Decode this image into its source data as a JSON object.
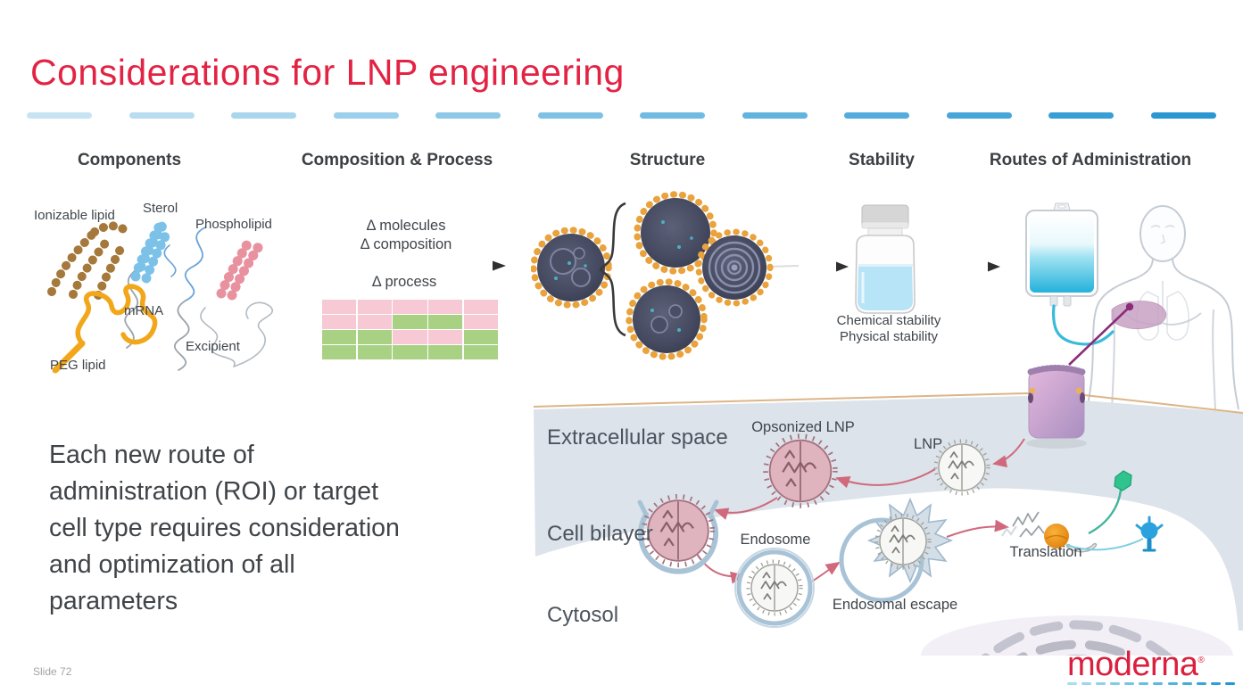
{
  "slide": {
    "title": "Considerations for LNP engineering",
    "slide_number": "Slide 72",
    "accent_red": "#e32344"
  },
  "divider": {
    "colors": [
      "#c6e4f3",
      "#b8ddf0",
      "#aad6ed",
      "#9bcfeb",
      "#8dc8e8",
      "#7fc1e5",
      "#71bae2",
      "#63b3df",
      "#54acdc",
      "#46a5d9",
      "#389ed6",
      "#2a97d3"
    ]
  },
  "columns": [
    {
      "label": "Components"
    },
    {
      "label": "Composition & Process"
    },
    {
      "label": "Structure"
    },
    {
      "label": "Stability"
    },
    {
      "label": "Routes of Administration"
    }
  ],
  "components": {
    "ionizable_lipid": "Ionizable lipid",
    "sterol": "Sterol",
    "phospholipid": "Phospholipid",
    "mrna": "mRNA",
    "excipient": "Excipient",
    "peg_lipid": "PEG lipid",
    "colors": {
      "ionizable_lipid": "#a5793c",
      "sterol": "#7cc2e8",
      "phospholipid": "#e8919f",
      "mrna_blue": "#6aa3d8",
      "mrna_gray": "#9aa4ac",
      "excipient": "#b3bac0",
      "peg_lipid": "#f2a71b"
    }
  },
  "process": {
    "delta_molecules": "Δ molecules",
    "delta_composition": "Δ composition",
    "delta_process": "Δ process",
    "grid_pink": "#f6c9d4",
    "grid_green": "#a9d183",
    "grid_cells": [
      "pink",
      "pink",
      "pink",
      "pink",
      "pink",
      "pink",
      "pink",
      "green",
      "green",
      "pink",
      "green",
      "green",
      "pink",
      "pink",
      "green",
      "green",
      "green",
      "green",
      "green",
      "green"
    ]
  },
  "structure": {
    "brace": "{",
    "particle_core": "#43475c",
    "particle_corona": "#eaa23c"
  },
  "stability": {
    "line1": "Chemical stability",
    "line2": "Physical stability",
    "liquid_color": "#b7e4f7"
  },
  "routes": {
    "bag_fill": "#23b2da",
    "tube_color": "#39bada",
    "liver_color": "#c8a2c5",
    "needle_color": "#8b2c78"
  },
  "message": {
    "lines": [
      "Each new route of",
      "administration (ROI) or target",
      "cell type requires consideration",
      "and optimization of all",
      "parameters"
    ]
  },
  "cell_diagram": {
    "extracellular": "Extracellular space",
    "opsonized_lnp": "Opsonized LNP",
    "lnp": "LNP",
    "cell_bilayer": "Cell bilayer",
    "endosome": "Endosome",
    "endosomal_escape": "Endosomal escape",
    "translation": "Translation",
    "cytosol": "Cytosol",
    "bg_color": "#dce3ea",
    "membrane_line_color": "#ddb587",
    "arrow_pink": "#d0697c"
  },
  "footer": {
    "logo_text": "moderna",
    "logo_reg": "®",
    "logo_dash_colors": [
      "#a8dcef",
      "#9cd6ed",
      "#8fd0ea",
      "#83cae8",
      "#76c4e6",
      "#6abee4",
      "#5db8e1",
      "#51b2df",
      "#44acdd",
      "#38a6da",
      "#2ba0d8",
      "#1e9ad6"
    ]
  }
}
